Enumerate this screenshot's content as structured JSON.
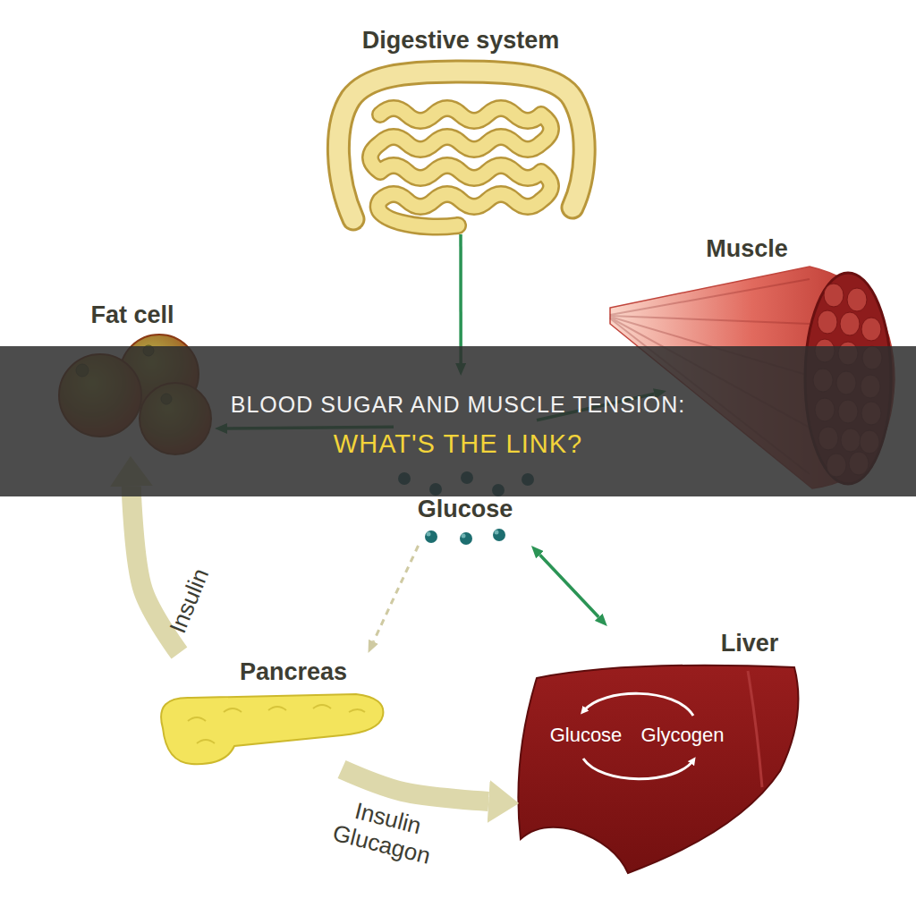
{
  "diagram": {
    "title": "BLOOD SUGAR AND MUSCLE TENSION:",
    "nodes": [
      {
        "text": [
          "Digestive system"
        ]
      },
      {
        "text": [
          "Muscle"
        ]
      },
      {
        "text": [
          "Fat cell"
        ]
      },
      {
        "text": [
          "Glucose"
        ]
      },
      {
        "text": [
          "Pancreas"
        ]
      },
      {
        "text": [
          "Liver",
          "Glucose",
          "Glycogen"
        ]
      }
    ],
    "edges": [
      {
        "from": 0,
        "to": 3,
        "arrow": "to"
      },
      {
        "from": 3,
        "to": 2,
        "arrow": "to"
      },
      {
        "from": 3,
        "to": 1,
        "arrow": "to"
      },
      {
        "from": 3,
        "to": 5,
        "arrow": "both"
      },
      {
        "from": 3,
        "to": 4,
        "arrow": "to"
      },
      {
        "from": 4,
        "to": 2,
        "arrow": "to",
        "label": "Insulin"
      },
      {
        "from": 4,
        "to": 5,
        "arrow": "to",
        "label": "Insulin Glucagon"
      }
    ],
    "labels": [
      "WHAT'S THE LINK?"
    ]
  }
}
